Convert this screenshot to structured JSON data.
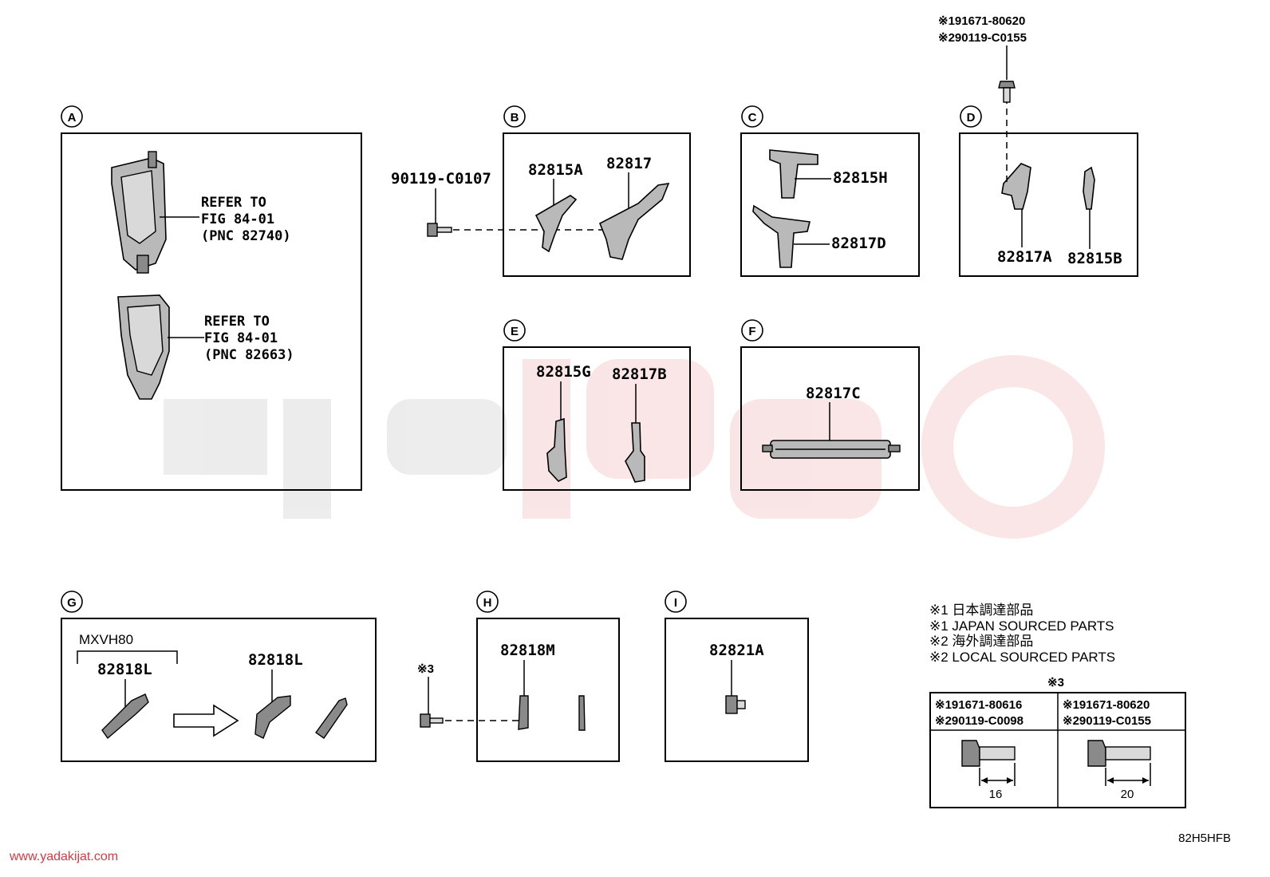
{
  "watermark": {
    "url": "www.yadakijat.com",
    "color": "#d63a43"
  },
  "diagram_code": "82H5HFB",
  "top_bolt": {
    "line1": "※191671-80620",
    "line2": "※290119-C0155"
  },
  "panels": {
    "A": {
      "letter": "A",
      "refer1": [
        "REFER TO",
        "FIG 84-01",
        "(PNC 82740)"
      ],
      "refer2": [
        "REFER TO",
        "FIG 84-01",
        "(PNC 82663)"
      ]
    },
    "B": {
      "letter": "B",
      "parts": [
        "82815A",
        "82817"
      ]
    },
    "C": {
      "letter": "C",
      "parts": [
        "82815H",
        "82817D"
      ]
    },
    "D": {
      "letter": "D",
      "parts": [
        "82817A",
        "82815B"
      ]
    },
    "E": {
      "letter": "E",
      "parts": [
        "82815G",
        "82817B"
      ]
    },
    "F": {
      "letter": "F",
      "parts": [
        "82817C"
      ]
    },
    "G": {
      "letter": "G",
      "bracket_label": "MXVH80",
      "parts": [
        "82818L",
        "82818L"
      ]
    },
    "H": {
      "letter": "H",
      "parts": [
        "82818M"
      ]
    },
    "I": {
      "letter": "I",
      "parts": [
        "82821A"
      ]
    }
  },
  "bolt_b": "90119-C0107",
  "bolt_h_note": "※3",
  "legend": [
    "※1 日本調達部品",
    "※1 JAPAN SOURCED PARTS",
    "※2 海外調達部品",
    "※2 LOCAL SOURCED PARTS"
  ],
  "note_table": {
    "title": "※3",
    "columns": [
      {
        "line1": "※191671-80616",
        "line2": "※290119-C0098",
        "length": "16"
      },
      {
        "line1": "※191671-80620",
        "line2": "※290119-C0155",
        "length": "20"
      }
    ]
  }
}
